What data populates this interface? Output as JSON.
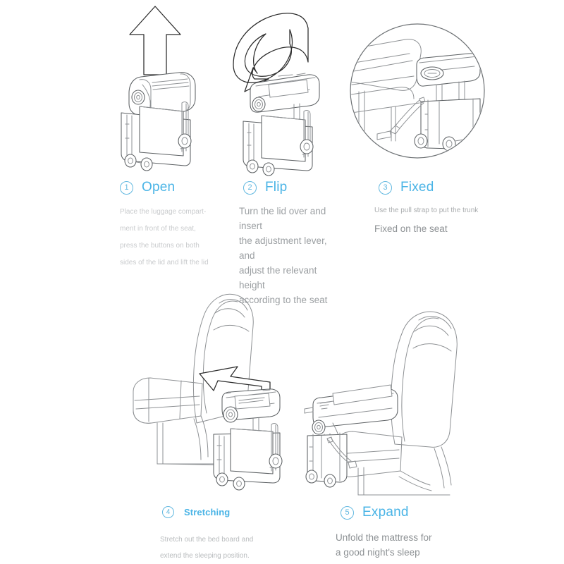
{
  "page": {
    "background_color": "#ffffff",
    "accent_color": "#4ab4e6",
    "circle_color": "#62b8e0",
    "line_color": "#2b2b2b",
    "title_note": "Ride-on luggage to airplane-seat bed conversion instructions"
  },
  "steps": [
    {
      "number": "1",
      "title": "Open",
      "body": "Place the luggage compart-\nment in front of the seat,\npress the buttons on both\nsides of the lid and lift the lid",
      "illustration": "suitcase-lid-open-with-up-arrow"
    },
    {
      "number": "2",
      "title": "Flip",
      "body": "Turn the lid over and insert\nthe adjustment lever, and\nadjust the relevant height\naccording to the seat",
      "illustration": "suitcase-lid-flipped-with-rotate-arrow"
    },
    {
      "number": "3",
      "title": "Fixed",
      "note": "Use the pull strap to put the trunk",
      "body": "Fixed on the seat",
      "illustration": "circular-inset-trunk-strapped-to-seat"
    },
    {
      "number": "4",
      "title": "Stretching",
      "body": "Stretch out the bed board and\nextend the sleeping position.",
      "illustration": "seat-with-trunk-bed-board-and-left-arrow"
    },
    {
      "number": "5",
      "title": "Expand",
      "body": "Unfold the mattress for\na good night's sleep",
      "illustration": "seat-with-mattress-unfolded"
    }
  ]
}
